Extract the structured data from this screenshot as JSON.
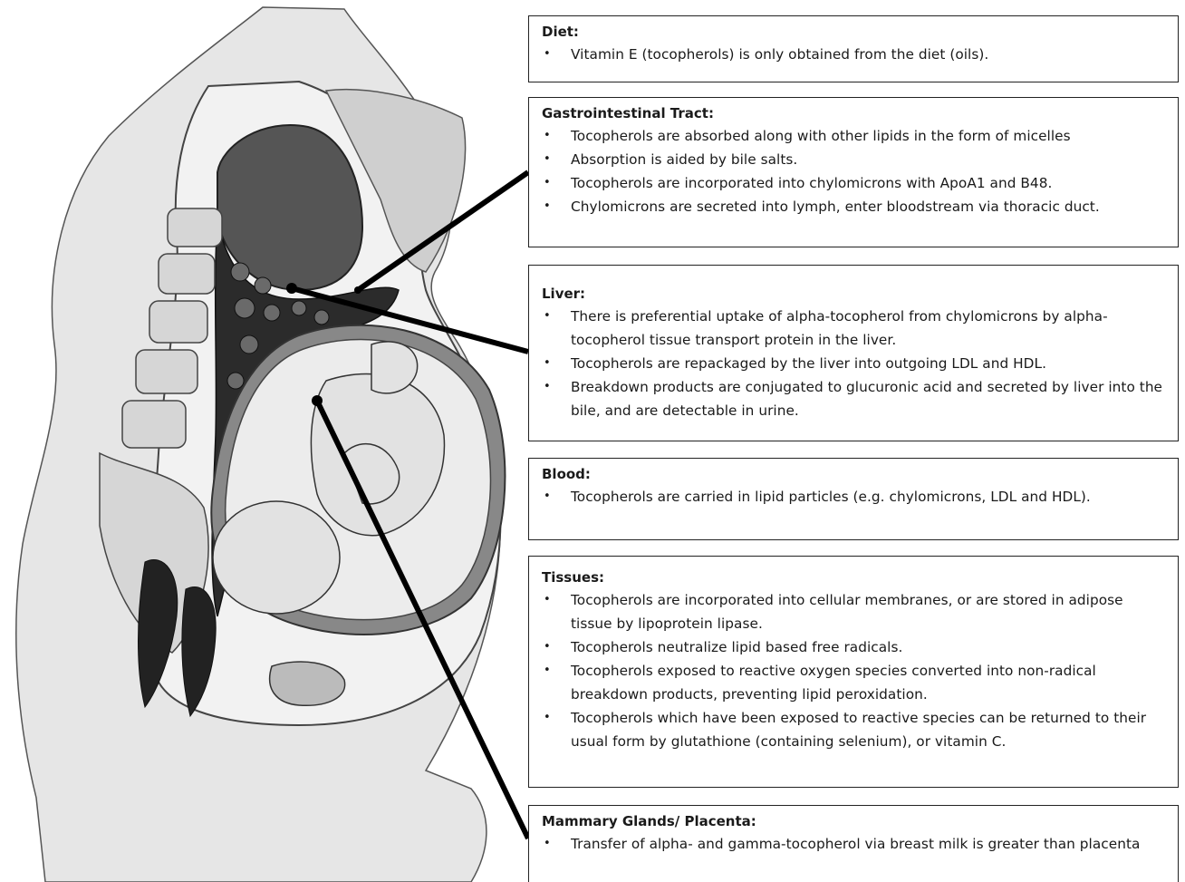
{
  "sections": [
    {
      "title": "Diet:",
      "items": [
        "Vitamin E (tocopherols) is only obtained from the diet (oils)."
      ]
    },
    {
      "title": "Gastrointestinal Tract:",
      "items": [
        "Tocopherols are absorbed along with other lipids in the form of micelles",
        "Absorption is aided by bile salts.",
        "Tocopherols are incorporated into chylomicrons with ApoA1 and B48.",
        "Chylomicrons are secreted into lymph, enter bloodstream via thoracic duct."
      ]
    },
    {
      "title": "Liver:",
      "items": [
        "There is preferential uptake of alpha-tocopherol from chylomicrons by alpha-tocopherol tissue transport protein in the liver.",
        "Tocopherols are repackaged by the liver into outgoing LDL and HDL.",
        "Breakdown products are conjugated to glucuronic acid and secreted by liver into the bile, and are detectable in urine."
      ]
    },
    {
      "title": "Blood:",
      "items": [
        "Tocopherols are carried in lipid particles (e.g. chylomicrons, LDL and HDL)."
      ]
    },
    {
      "title": "Tissues:",
      "items": [
        "Tocopherols are incorporated into cellular membranes, or are stored in adipose tissue by lipoprotein lipase.",
        "Tocopherols neutralize lipid based free radicals.",
        "Tocopherols exposed to reactive oxygen species converted into non-radical breakdown products, preventing lipid peroxidation.",
        "Tocopherols which have been exposed to reactive species can be returned to their usual form by glutathione (containing selenium), or vitamin C."
      ]
    },
    {
      "title": "Mammary Glands/ Placenta:",
      "items": [
        "Transfer of alpha- and gamma-tocopherol via breast milk is greater than placenta"
      ]
    }
  ]
}
